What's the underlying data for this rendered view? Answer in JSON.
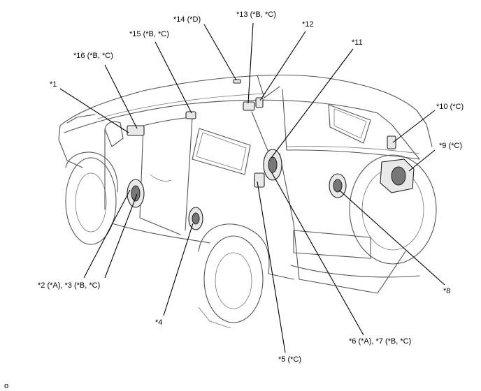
{
  "callouts": {
    "c1": "*1",
    "c23": "*2 (*A), *3 (*B, *C)",
    "c4": "*4",
    "c5": "*5 (*C)",
    "c67": "*6 (*A), *7 (*B, *C)",
    "c8": "*8",
    "c9": "*9 (*C)",
    "c10": "*10 (*C)",
    "c11": "*11",
    "c12": "*12",
    "c13": "*13 (*B, *C)",
    "c14": "*14 (*D)",
    "c15": "*15 (*B, *C)",
    "c16": "*16 (*B, *C)"
  },
  "footer_mark": "o"
}
